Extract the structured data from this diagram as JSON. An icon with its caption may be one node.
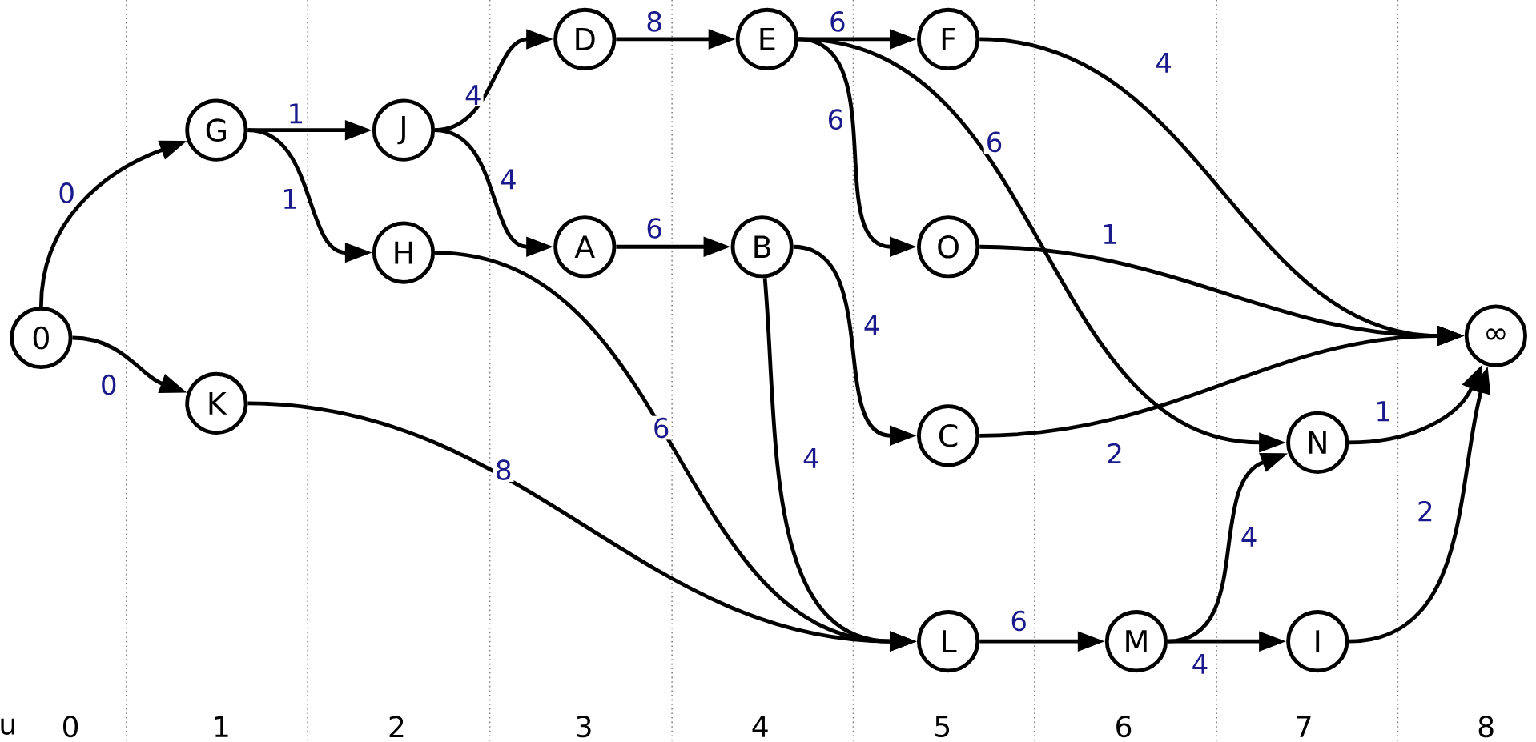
{
  "diagram": {
    "nodes": [
      {
        "text": [
          "0"
        ]
      },
      {
        "text": [
          "G"
        ]
      },
      {
        "text": [
          "K"
        ]
      },
      {
        "text": [
          "J"
        ]
      },
      {
        "text": [
          "H"
        ]
      },
      {
        "text": [
          "D"
        ]
      },
      {
        "text": [
          "A"
        ]
      },
      {
        "text": [
          "E"
        ]
      },
      {
        "text": [
          "B"
        ]
      },
      {
        "text": [
          "F"
        ]
      },
      {
        "text": [
          "O"
        ]
      },
      {
        "text": [
          "C"
        ]
      },
      {
        "text": [
          "L"
        ]
      },
      {
        "text": [
          "M"
        ]
      },
      {
        "text": [
          "N"
        ]
      },
      {
        "text": [
          "I"
        ]
      },
      {
        "text": [
          "∞"
        ]
      }
    ],
    "edges": [
      {
        "from": 0,
        "to": 1,
        "arrow": "to",
        "label": "0"
      },
      {
        "from": 0,
        "to": 2,
        "arrow": "to",
        "label": "0"
      },
      {
        "from": 1,
        "to": 3,
        "arrow": "to",
        "label": "1"
      },
      {
        "from": 1,
        "to": 4,
        "arrow": "to",
        "label": "1"
      },
      {
        "from": 3,
        "to": 5,
        "arrow": "to",
        "label": "4"
      },
      {
        "from": 3,
        "to": 6,
        "arrow": "to",
        "label": "4"
      },
      {
        "from": 5,
        "to": 7,
        "arrow": "to",
        "label": "8"
      },
      {
        "from": 6,
        "to": 8,
        "arrow": "to",
        "label": "6"
      },
      {
        "from": 7,
        "to": 9,
        "arrow": "to",
        "label": "6"
      },
      {
        "from": 7,
        "to": 10,
        "arrow": "to",
        "label": "6"
      },
      {
        "from": 7,
        "to": 14,
        "arrow": "to",
        "label": "6"
      },
      {
        "from": 4,
        "to": 12,
        "arrow": "to",
        "label": "6"
      },
      {
        "from": 2,
        "to": 12,
        "arrow": "to",
        "label": "8"
      },
      {
        "from": 8,
        "to": 11,
        "arrow": "to",
        "label": "4"
      },
      {
        "from": 8,
        "to": 12,
        "arrow": "to",
        "label": "4"
      },
      {
        "from": 9,
        "to": 16,
        "arrow": "to",
        "label": "4"
      },
      {
        "from": 10,
        "to": 16,
        "arrow": "to",
        "label": "1"
      },
      {
        "from": 11,
        "to": 16,
        "arrow": "to",
        "label": "2"
      },
      {
        "from": 12,
        "to": 13,
        "arrow": "to",
        "label": "6"
      },
      {
        "from": 13,
        "to": 14,
        "arrow": "to",
        "label": "4"
      },
      {
        "from": 13,
        "to": 15,
        "arrow": "to",
        "label": "4"
      },
      {
        "from": 14,
        "to": 16,
        "arrow": "to",
        "label": "1"
      },
      {
        "from": 15,
        "to": 16,
        "arrow": "to",
        "label": "2"
      }
    ],
    "labels": [
      "u",
      "0",
      "1",
      "2",
      "3",
      "4",
      "5",
      "6",
      "7",
      "8"
    ]
  }
}
